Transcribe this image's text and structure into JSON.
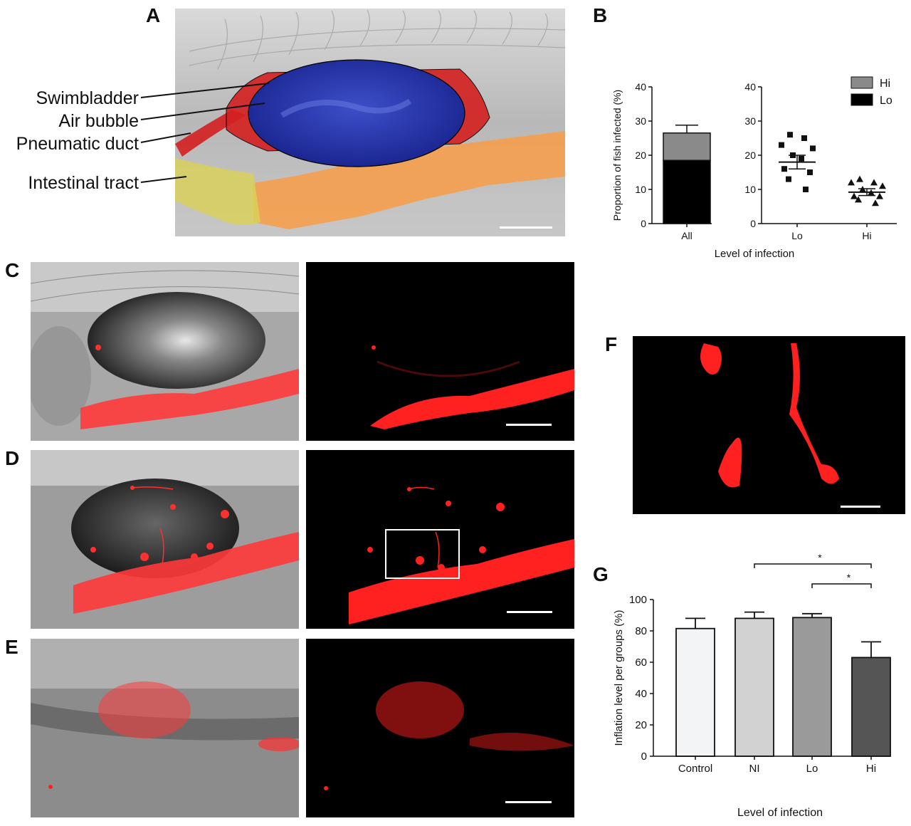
{
  "panels": {
    "A": {
      "letter": "A",
      "labels": [
        "Swimbladder",
        "Air bubble",
        "Pneumatic duct",
        "Intestinal tract"
      ]
    },
    "B": {
      "letter": "B"
    },
    "C": {
      "letter": "C"
    },
    "D": {
      "letter": "D"
    },
    "E": {
      "letter": "E"
    },
    "F": {
      "letter": "F"
    },
    "G": {
      "letter": "G"
    }
  },
  "colors": {
    "swimbladder_blue": "#1f2c9e",
    "duct_red": "#d42020",
    "intestine_orange": "#f59a4a",
    "intestine_yellow": "#d8cf5a",
    "fluor_red": "#ff2020",
    "hi_gray": "#8a8a8a",
    "lo_black": "#000000"
  },
  "chart_data": [
    {
      "panel": "B-left",
      "type": "bar",
      "stacked": true,
      "categories": [
        "All"
      ],
      "series": [
        {
          "name": "Lo",
          "values": [
            18.5
          ],
          "color": "#000000"
        },
        {
          "name": "Hi",
          "values": [
            8
          ],
          "color": "#8a8a8a"
        }
      ],
      "error_top": [
        28.8
      ],
      "ylabel": "Proportion of fish infected (%)",
      "ylim": [
        0,
        40
      ],
      "yticks": [
        "0",
        "10",
        "20",
        "30",
        "40"
      ]
    },
    {
      "panel": "B-right",
      "type": "scatter",
      "categories": [
        "Lo",
        "Hi"
      ],
      "xlabel": "Level of infection",
      "ylim": [
        0,
        40
      ],
      "yticks": [
        "0",
        "10",
        "20",
        "30",
        "40"
      ],
      "legend": [
        {
          "name": "Hi",
          "color": "#8a8a8a"
        },
        {
          "name": "Lo",
          "color": "#000000"
        }
      ],
      "legend_position": "top-right",
      "series": [
        {
          "name": "Lo",
          "marker": "square",
          "values": [
            26,
            25,
            23,
            22,
            20,
            19,
            16,
            15,
            13,
            10
          ],
          "mean": 18,
          "sem": 2
        },
        {
          "name": "Hi",
          "marker": "triangle",
          "values": [
            13,
            12,
            12,
            11,
            10,
            9,
            8,
            8,
            7,
            6
          ],
          "mean": 9.2,
          "sem": 1
        }
      ]
    },
    {
      "panel": "G",
      "type": "bar",
      "categories": [
        "Control",
        "NI",
        "Lo",
        "Hi"
      ],
      "values": [
        81.5,
        88,
        88.5,
        63
      ],
      "errors": [
        6.5,
        4,
        2.5,
        10
      ],
      "colors": [
        "#f3f4f6",
        "#d3d2d3",
        "#9a9a9a",
        "#555555"
      ],
      "ylabel": "Inflation level per groups (%)",
      "xlabel": "Level of infection",
      "ylim": [
        0,
        100
      ],
      "yticks": [
        "0",
        "20",
        "40",
        "60",
        "80",
        "100"
      ],
      "significance": [
        {
          "from": "NI",
          "to": "Hi",
          "label": "*"
        },
        {
          "from": "Lo",
          "to": "Hi",
          "label": "*"
        }
      ]
    }
  ]
}
